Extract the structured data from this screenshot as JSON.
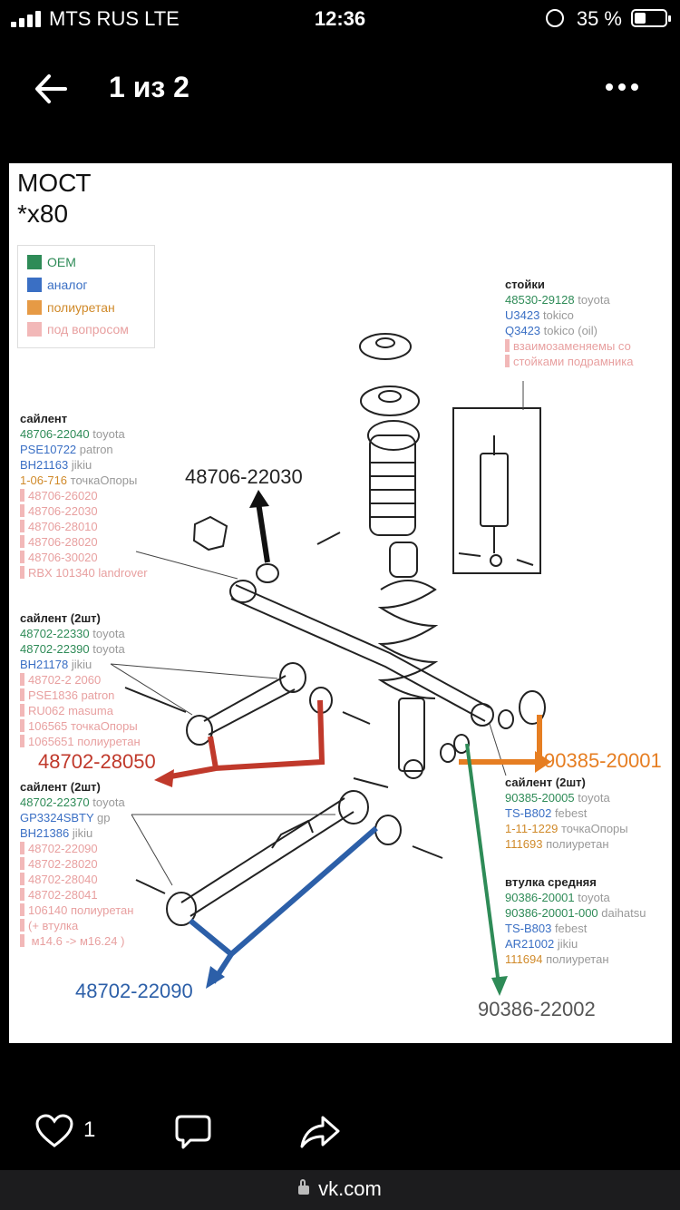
{
  "status": {
    "carrier": "MTS RUS  LTE",
    "time": "12:36",
    "battery": "35 %"
  },
  "header": {
    "title": "1 из 2"
  },
  "photo": {
    "title_line1": "МОСТ",
    "title_line2": "*x80",
    "legend": [
      {
        "label": "OEM",
        "color": "#2e8b57"
      },
      {
        "label": "аналог",
        "color": "#3a6fc4"
      },
      {
        "label": "полиуретан",
        "color": "#e69a45"
      },
      {
        "label": "под вопросом",
        "color": "#f2b8b8"
      }
    ],
    "struts": {
      "title": "стойки",
      "l1": "48530-29128",
      "l1s": "toyota",
      "l2": "U3423",
      "l2s": "tokico",
      "l3": "Q3423",
      "l3s": "tokico (oil)",
      "note1": "взаимозаменяемы со",
      "note2": "стойками подрамника"
    },
    "silent1": {
      "title": "сайлент",
      "items": [
        {
          "num": "48706-22040",
          "brand": "toyota",
          "cls": "g"
        },
        {
          "num": "PSE10722",
          "brand": "patron",
          "cls": "b"
        },
        {
          "num": "BH21163",
          "brand": "jikiu",
          "cls": "b"
        },
        {
          "num": "1-06-716",
          "brand": "точкаОпоры",
          "cls": "o"
        }
      ],
      "q": [
        "48706-26020",
        "48706-22030",
        "48706-28010",
        "48706-28020",
        "48706-30020",
        "RBX 101340 landrover"
      ]
    },
    "silent2": {
      "title": "сайлент (2шт)",
      "items": [
        {
          "num": "48702-22330",
          "brand": "toyota",
          "cls": "g"
        },
        {
          "num": "48702-22390",
          "brand": " toyota",
          "cls": "g"
        },
        {
          "num": "BH21178",
          "brand": "jikiu",
          "cls": "b"
        }
      ],
      "q": [
        "48702-2 2060",
        "PSE1836 patron",
        "RU062 masuma",
        "106565 точкаОпоры",
        "1065651 полиуретан"
      ]
    },
    "silent3": {
      "title": "сайлент (2шт)",
      "items": [
        {
          "num": "48702-22370",
          "brand": "toyota",
          "cls": "g"
        },
        {
          "num": "GP3324SBTY",
          "brand": "gp",
          "cls": "b"
        },
        {
          "num": "BH21386",
          "brand": "jikiu",
          "cls": "b"
        }
      ],
      "q": [
        "48702-22090",
        "48702-28020",
        "48702-28040",
        "48702-28041",
        "106140 полиуретан",
        "(+ втулка",
        " м14.6 -> м16.24 )"
      ]
    },
    "silent4": {
      "title": "сайлент (2шт)",
      "items": [
        {
          "num": "90385-20005",
          "brand": "toyota",
          "cls": "g"
        },
        {
          "num": "TS-B802",
          "brand": "febest",
          "cls": "b"
        },
        {
          "num": "1-11-1229",
          "brand": "точкаОпоры",
          "cls": "o"
        },
        {
          "num": "111693",
          "brand": "полиуретан",
          "cls": "o"
        }
      ]
    },
    "bushing": {
      "title": "втулка средняя",
      "items": [
        {
          "num": "90386-20001",
          "brand": "toyota",
          "cls": "g"
        },
        {
          "num": "90386-20001-000",
          "brand": "daihatsu",
          "cls": "g"
        },
        {
          "num": "TS-B803",
          "brand": "febest",
          "cls": "b"
        },
        {
          "num": "AR21002",
          "brand": "jikiu",
          "cls": "b"
        },
        {
          "num": "111694",
          "brand": "полиуретан",
          "cls": "o"
        }
      ]
    },
    "callouts": {
      "c1": "48706-22030",
      "c2": "48702-28050",
      "c3": "90385-20001",
      "c4": "48702-22090",
      "c5": "90386-22002"
    }
  },
  "actions": {
    "likes": "1"
  },
  "browser": {
    "url": "vk.com"
  }
}
